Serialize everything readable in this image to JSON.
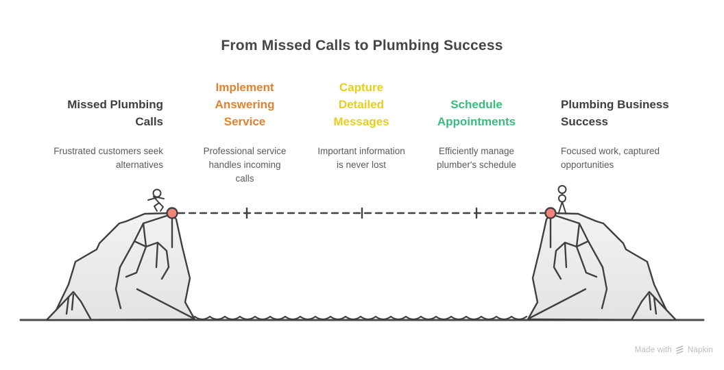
{
  "title": "From Missed Calls to Plumbing Success",
  "steps": [
    {
      "heading": "Missed Plumbing Calls",
      "description": "Frustrated customers seek alternatives",
      "color": "#3e3e3e"
    },
    {
      "heading": "Implement Answering Service",
      "description": "Professional service handles incoming calls",
      "color": "#e0812f"
    },
    {
      "heading": "Capture Detailed Messages",
      "description": "Important information is never lost",
      "color": "#e5ce1f"
    },
    {
      "heading": "Schedule Appointments",
      "description": "Efficiently manage plumber's schedule",
      "color": "#36bd7b"
    },
    {
      "heading": "Plumbing Business Success",
      "description": "Focused work, captured opportunities",
      "color": "#3e3e3e"
    }
  ],
  "theme": {
    "background": "#ffffff",
    "ink": "#3f3f3f",
    "ground": "#4a4a4a",
    "rock_light": "#f2f2f2",
    "rock_dark": "#e3e3e3",
    "anchor_fill": "#f0857b",
    "figure_fill": "#ffffff",
    "watermark_text": "#bcbcbc",
    "watermark_icon": "#b5b5b5"
  },
  "watermark": {
    "prefix": "Made with",
    "brand": "Napkin"
  }
}
